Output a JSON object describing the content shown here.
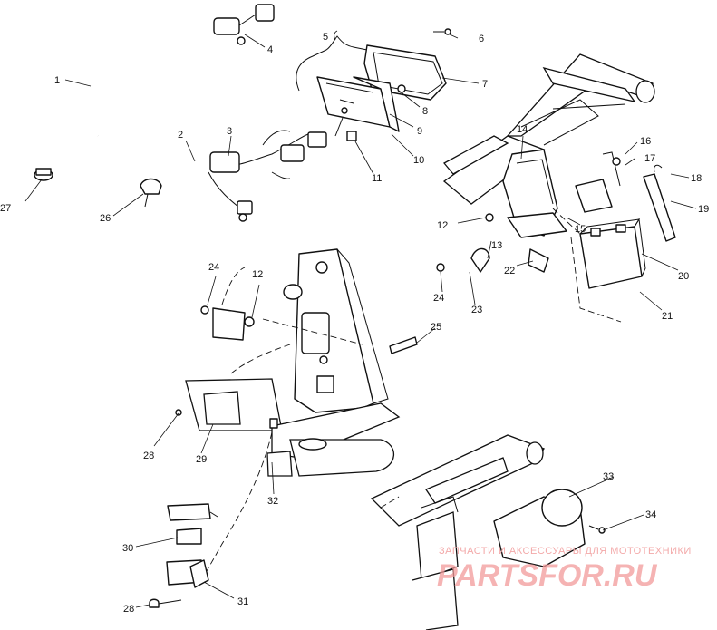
{
  "labels": [
    {
      "id": "1",
      "text": "1"
    },
    {
      "id": "2",
      "text": "2"
    },
    {
      "id": "3",
      "text": "3"
    },
    {
      "id": "4",
      "text": "4"
    },
    {
      "id": "5",
      "text": "5"
    },
    {
      "id": "6",
      "text": "6"
    },
    {
      "id": "7",
      "text": "7"
    },
    {
      "id": "8",
      "text": "8"
    },
    {
      "id": "9",
      "text": "9"
    },
    {
      "id": "10",
      "text": "10"
    },
    {
      "id": "11",
      "text": "11"
    },
    {
      "id": "12a",
      "text": "12"
    },
    {
      "id": "12b",
      "text": "12"
    },
    {
      "id": "13",
      "text": "13"
    },
    {
      "id": "14",
      "text": "14"
    },
    {
      "id": "15",
      "text": "15"
    },
    {
      "id": "16",
      "text": "16"
    },
    {
      "id": "17",
      "text": "17"
    },
    {
      "id": "18",
      "text": "18"
    },
    {
      "id": "19",
      "text": "19"
    },
    {
      "id": "20",
      "text": "20"
    },
    {
      "id": "21",
      "text": "21"
    },
    {
      "id": "22",
      "text": "22"
    },
    {
      "id": "23",
      "text": "23"
    },
    {
      "id": "24a",
      "text": "24"
    },
    {
      "id": "24b",
      "text": "24"
    },
    {
      "id": "25",
      "text": "25"
    },
    {
      "id": "26",
      "text": "26"
    },
    {
      "id": "27",
      "text": "27"
    },
    {
      "id": "28a",
      "text": "28"
    },
    {
      "id": "28b",
      "text": "28"
    },
    {
      "id": "29",
      "text": "29"
    },
    {
      "id": "30",
      "text": "30"
    },
    {
      "id": "31",
      "text": "31"
    },
    {
      "id": "32",
      "text": "32"
    },
    {
      "id": "33",
      "text": "33"
    },
    {
      "id": "34",
      "text": "34"
    }
  ],
  "watermark": {
    "line": "ЗАПЧАСТИ И АКСЕССУАРЫ ДЛЯ МОТОТЕХНИКИ",
    "logo": "PARTSFOR.RU"
  },
  "colors": {
    "ink": "#111111",
    "watermark": "#f29a9a",
    "background": "#ffffff"
  }
}
